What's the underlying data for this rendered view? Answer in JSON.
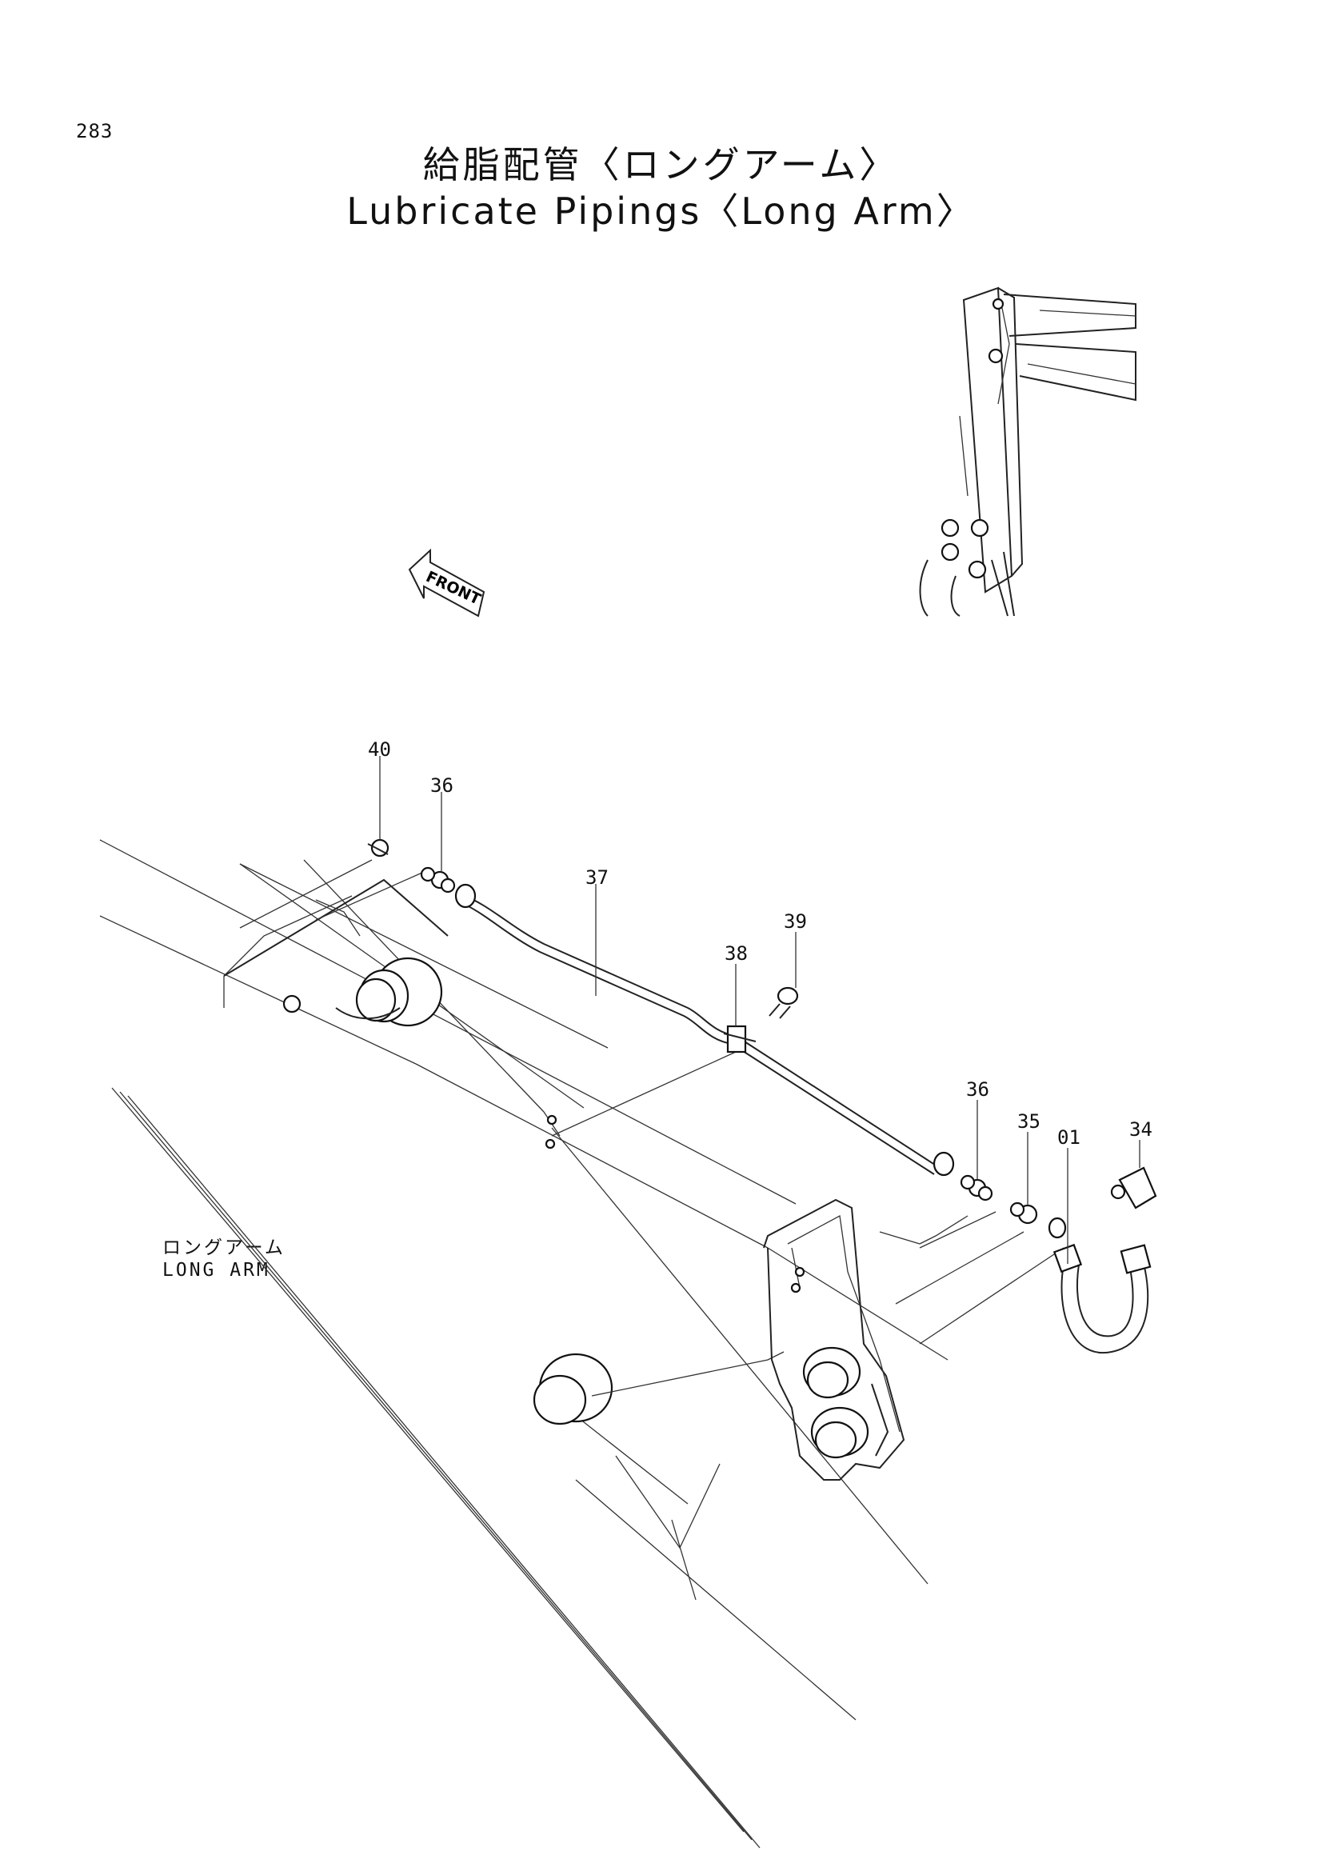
{
  "page": {
    "number": "283"
  },
  "title": {
    "japanese": "給脂配管〈ロングアーム〉",
    "english": "Lubricate Pipings〈Long Arm〉"
  },
  "front_marker": "FRONT",
  "arm_label": {
    "japanese": "ロングアーム",
    "english": "LONG  ARM"
  },
  "callouts": [
    "40",
    "36",
    "37",
    "39",
    "38",
    "36",
    "35",
    "01",
    "34"
  ]
}
